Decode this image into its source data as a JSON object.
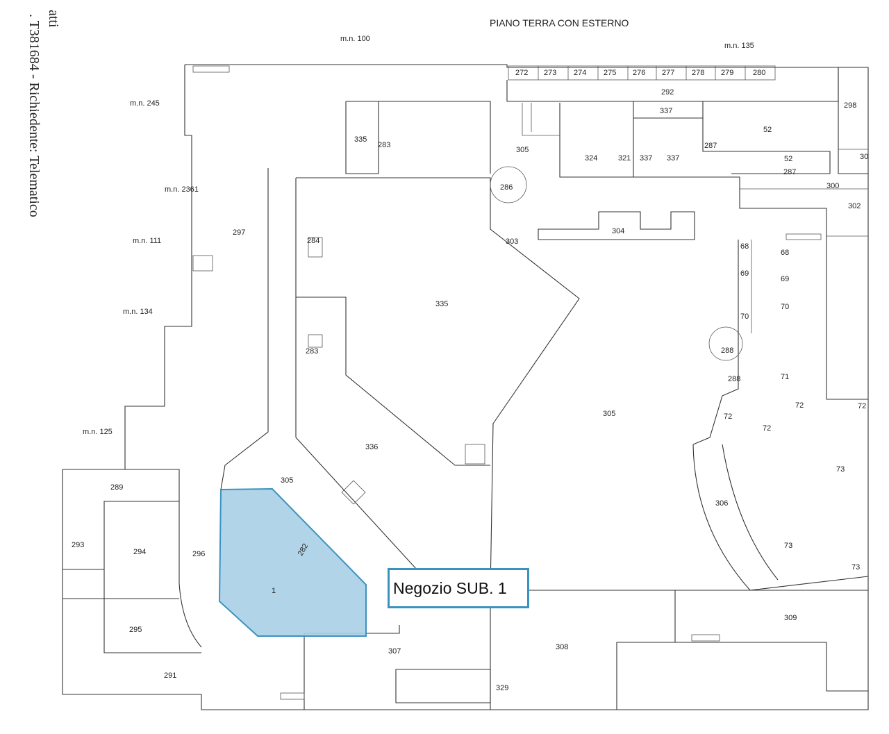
{
  "header": {
    "title": "PIANO TERRA CON ESTERNO",
    "side_text_line1": "atti",
    "side_text_line2": ". T381684 - Richiedente: Telematico"
  },
  "highlight": {
    "label": "Negozio SUB. 1",
    "unit_number": "1",
    "fill_color": "#a9cfe6",
    "border_color": "#3a93bf"
  },
  "parcels": {
    "mn100": "m.n. 100",
    "mn135": "m.n. 135",
    "mn245": "m.n. 245",
    "mn2361": "m.n. 2361",
    "mn111": "m.n. 111",
    "mn134": "m.n. 134",
    "mn125": "m.n. 125"
  },
  "top_units": [
    "272",
    "273",
    "274",
    "275",
    "276",
    "277",
    "278",
    "279",
    "280"
  ],
  "labels": {
    "l292": "292",
    "l298": "298",
    "l337a": "337",
    "l52a": "52",
    "l52b": "52",
    "l287a": "287",
    "l287b": "287",
    "l30": "30",
    "l300": "300",
    "l302": "302",
    "l305a": "305",
    "l324": "324",
    "l321": "321",
    "l337b": "337",
    "l337c": "337",
    "l335a": "335",
    "l283a": "283",
    "l286": "286",
    "l297": "297",
    "l284": "284",
    "l303": "303",
    "l304": "304",
    "l335b": "335",
    "l283b": "283",
    "l68a": "68",
    "l68b": "68",
    "l69a": "69",
    "l69b": "69",
    "l70a": "70",
    "l70b": "70",
    "l288a": "288",
    "l288b": "288",
    "l71": "71",
    "l72a": "72",
    "l72b": "72",
    "l72c": "72",
    "l72d": "72",
    "l305b": "305",
    "l336": "336",
    "l305c": "305",
    "l73a": "73",
    "l73b": "73",
    "l73c": "73",
    "l306": "306",
    "l282": "282",
    "l289": "289",
    "l293": "293",
    "l294": "294",
    "l296": "296",
    "l295": "295",
    "l291": "291",
    "l307": "307",
    "l308": "308",
    "l309": "309",
    "l329": "329"
  }
}
